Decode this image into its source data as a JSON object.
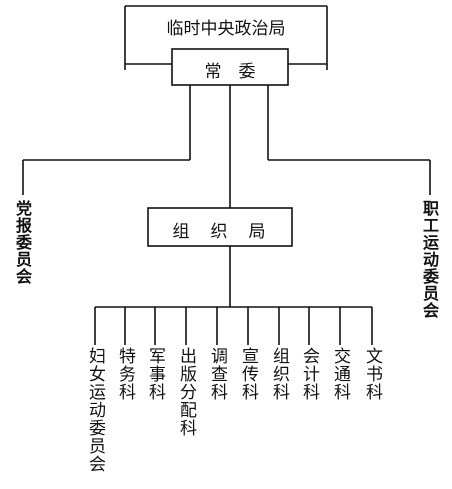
{
  "org_chart": {
    "top": "临时中央政治局",
    "standing": "常　委",
    "left_branch": "党报委员会",
    "right_branch": "职工运动委员会",
    "middle": "组　织　局",
    "departments": [
      "妇女运动委员会",
      "特务科",
      "军事科",
      "出版分配科",
      "调查科",
      "宣传科",
      "组织科",
      "会计科",
      "交通科",
      "文书科"
    ]
  }
}
